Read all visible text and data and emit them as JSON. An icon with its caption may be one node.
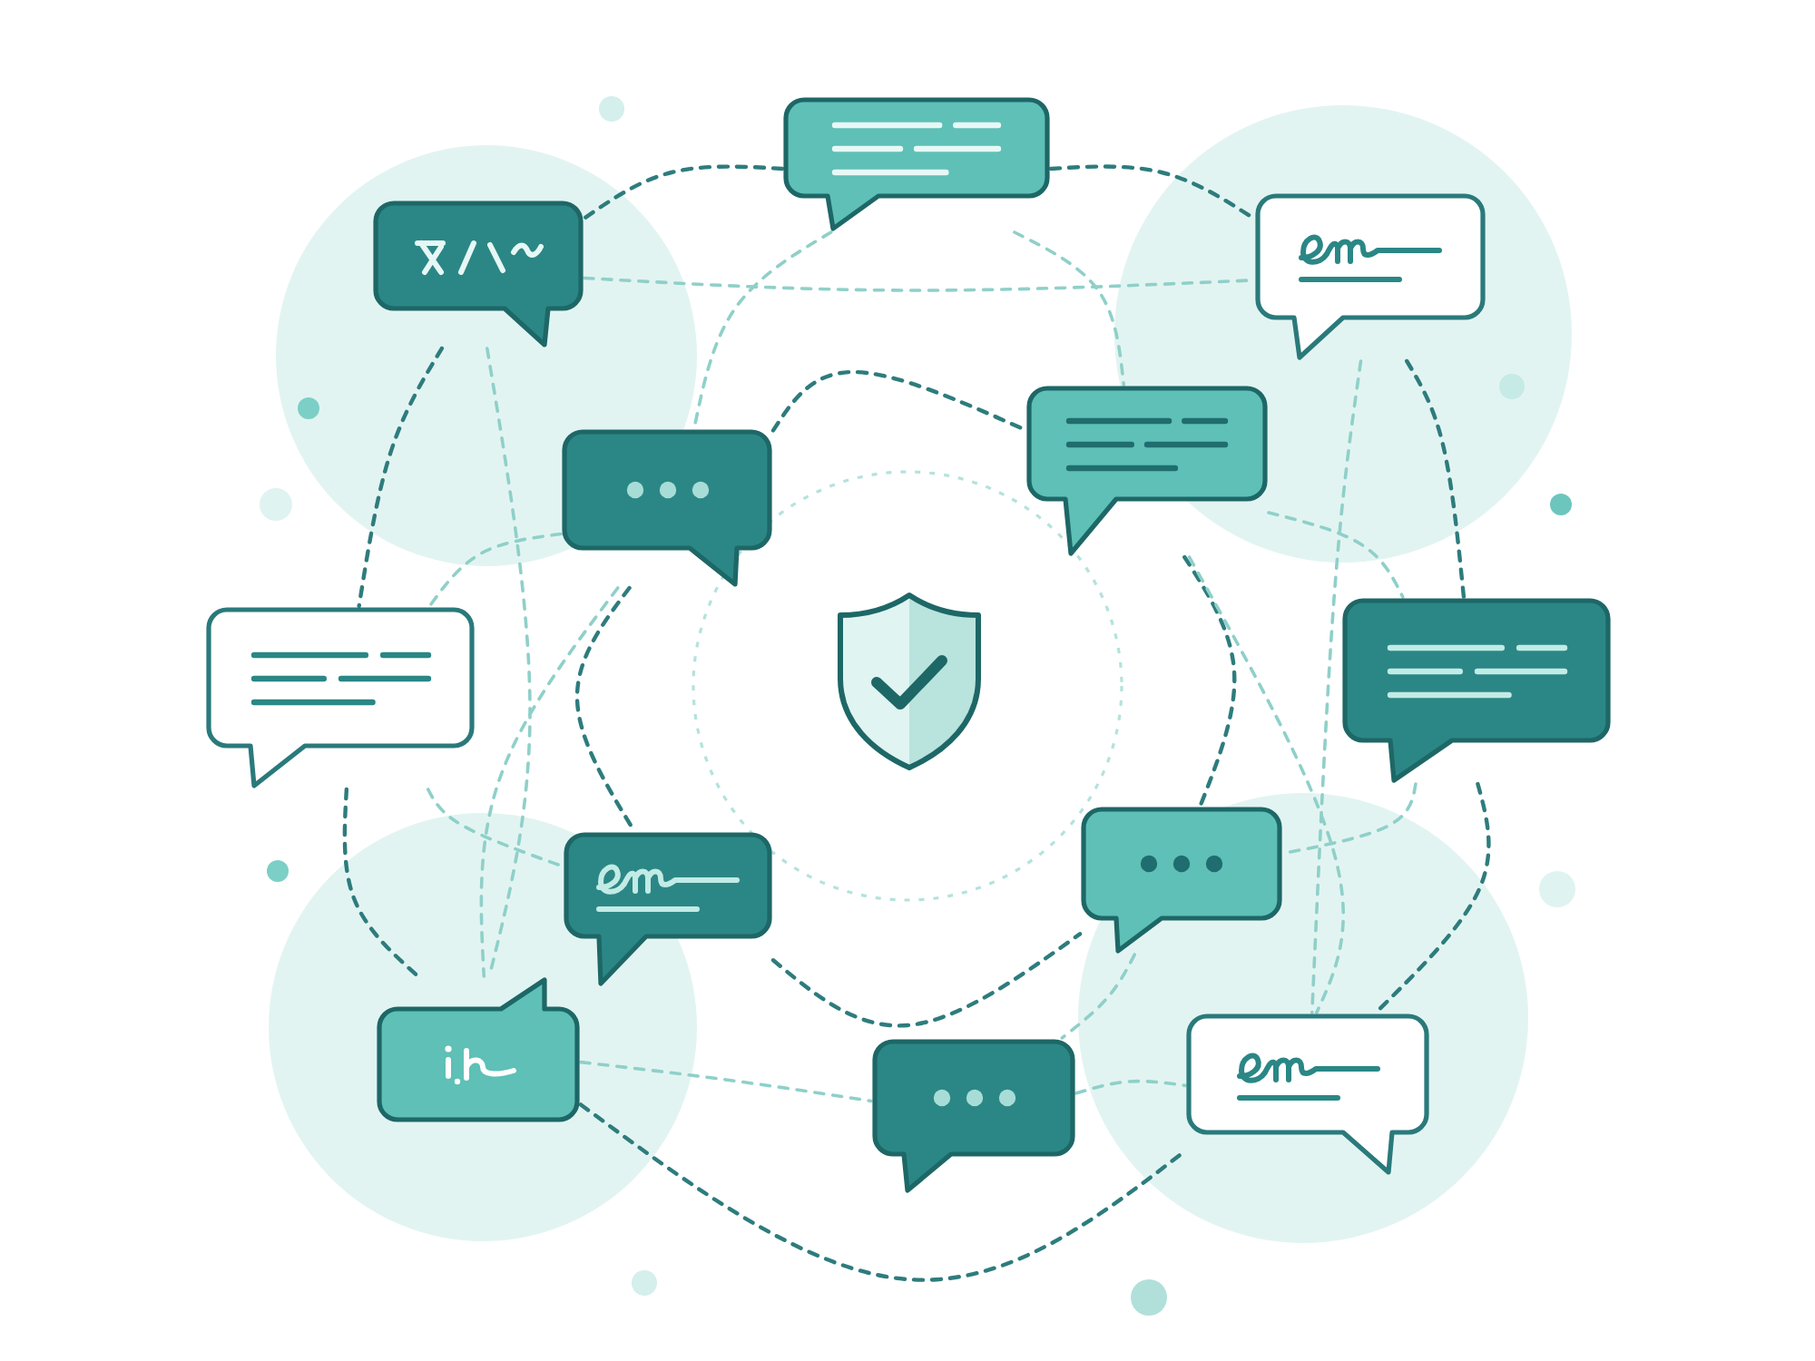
{
  "diagram": {
    "nodes": [
      {
        "text": [],
        "shape": "bubble"
      },
      {
        "text": [],
        "shape": "bubble"
      },
      {
        "text": [],
        "shape": "bubble"
      },
      {
        "text": [],
        "shape": "bubble"
      },
      {
        "text": [],
        "shape": "bubble"
      },
      {
        "text": [],
        "shape": "bubble"
      },
      {
        "text": [],
        "shape": "bubble"
      },
      {
        "text": [],
        "shape": "bubble"
      },
      {
        "text": [],
        "shape": "bubble"
      },
      {
        "text": [],
        "shape": "bubble"
      },
      {
        "text": [],
        "shape": "bubble"
      },
      {
        "text": [],
        "shape": "bubble"
      }
    ],
    "edges": [
      {
        "from": 0,
        "to": 1,
        "arrow": "none",
        "style": "dashed",
        "color": "#2e7c7d"
      },
      {
        "from": 0,
        "to": 2,
        "arrow": "none",
        "style": "dashed",
        "color": "#2e7c7d"
      },
      {
        "from": 1,
        "to": 5,
        "arrow": "none",
        "style": "dashed",
        "color": "#2e7c7d"
      },
      {
        "from": 2,
        "to": 6,
        "arrow": "none",
        "style": "dashed",
        "color": "#2e7c7d"
      },
      {
        "from": 5,
        "to": 9,
        "arrow": "none",
        "style": "dashed",
        "color": "#2e7c7d"
      },
      {
        "from": 6,
        "to": 11,
        "arrow": "none",
        "style": "dashed",
        "color": "#2e7c7d"
      },
      {
        "from": 9,
        "to": 11,
        "arrow": "none",
        "style": "dashed",
        "color": "#2e7c7d"
      },
      {
        "from": 4,
        "to": 3,
        "arrow": "none",
        "style": "dashed",
        "color": "#2e7c7d"
      },
      {
        "from": 4,
        "to": 7,
        "arrow": "none",
        "style": "dashed",
        "color": "#2e7c7d"
      },
      {
        "from": 7,
        "to": 8,
        "arrow": "none",
        "style": "dashed",
        "color": "#2e7c7d"
      },
      {
        "from": 3,
        "to": 8,
        "arrow": "none",
        "style": "dashed",
        "color": "#2e7c7d"
      },
      {
        "from": 1,
        "to": 2,
        "arrow": "none",
        "style": "dashed"
      },
      {
        "from": 0,
        "to": 4,
        "arrow": "none",
        "style": "dashed"
      },
      {
        "from": 0,
        "to": 3,
        "arrow": "none",
        "style": "dashed"
      },
      {
        "from": 2,
        "to": 11,
        "arrow": "none",
        "style": "dashed"
      },
      {
        "from": 4,
        "to": 9,
        "arrow": "none",
        "style": "dashed"
      },
      {
        "from": 5,
        "to": 7,
        "arrow": "none",
        "style": "dashed"
      },
      {
        "from": 1,
        "to": 9,
        "arrow": "none",
        "style": "dashed"
      },
      {
        "from": 9,
        "to": 10,
        "arrow": "none",
        "style": "dashed"
      },
      {
        "from": 10,
        "to": 11,
        "arrow": "none",
        "style": "dashed"
      },
      {
        "from": 6,
        "to": 8,
        "arrow": "none",
        "style": "dashed"
      },
      {
        "from": 3,
        "to": 6,
        "arrow": "none",
        "style": "dashed"
      },
      {
        "from": 4,
        "to": 5,
        "arrow": "none",
        "style": "dashed"
      },
      {
        "from": 8,
        "to": 10,
        "arrow": "none",
        "style": "dashed"
      },
      {
        "from": 3,
        "to": 11,
        "arrow": "none",
        "style": "dashed"
      }
    ]
  }
}
